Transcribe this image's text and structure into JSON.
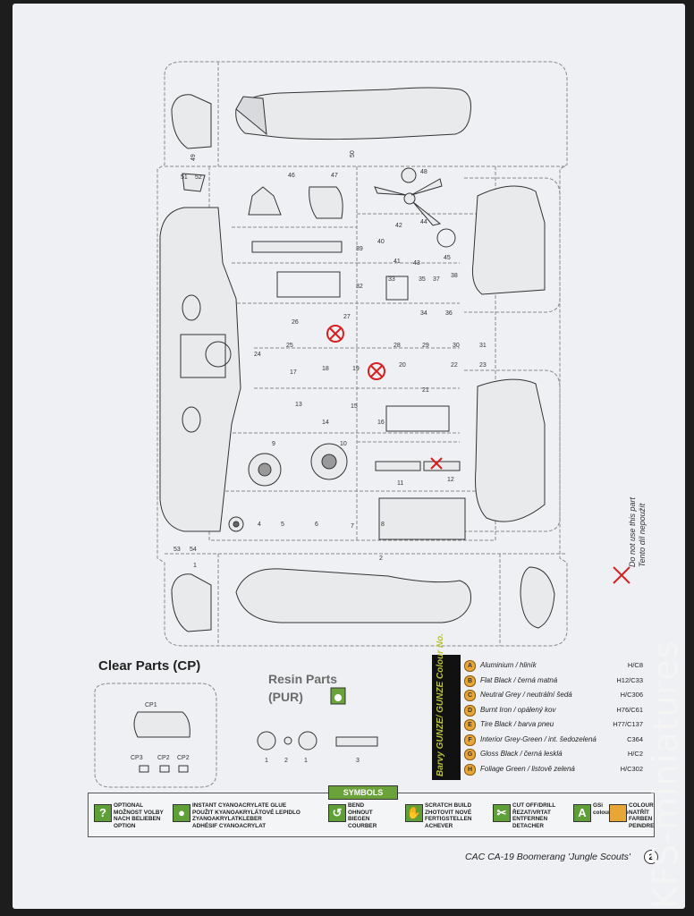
{
  "clear_parts": {
    "title": "Clear Parts (CP)",
    "labels": [
      "CP1",
      "CP3",
      "CP2",
      "CP2"
    ]
  },
  "resin_parts": {
    "title_line1": "Resin Parts",
    "title_line2": "(PUR)",
    "labels": [
      "1",
      "2",
      "1",
      "3"
    ]
  },
  "do_not_use": {
    "line1": "Do not use this part",
    "line2": "Tento díl nepoužít",
    "color": "#d62020"
  },
  "colour_table": {
    "side_label": "Barvy GUNZE/ GUNZE Colour No.",
    "rows": [
      {
        "badge": "A",
        "name": "Aluminium / hliník",
        "code": "H/C8"
      },
      {
        "badge": "B",
        "name": "Flat Black / černá matná",
        "code": "H12/C33"
      },
      {
        "badge": "C",
        "name": "Neutral Grey / neutrální šedá",
        "code": "H/C306"
      },
      {
        "badge": "D",
        "name": "Burnt Iron / opálený kov",
        "code": "H76/C61"
      },
      {
        "badge": "E",
        "name": "Tire Black / barva pneu",
        "code": "H77/C137"
      },
      {
        "badge": "F",
        "name": "Interior Grey-Green / int. šedozelená",
        "code": "C364"
      },
      {
        "badge": "G",
        "name": "Gloss Black / černá lesklá",
        "code": "H/C2"
      },
      {
        "badge": "H",
        "name": "Foliage Green / listově zelená",
        "code": "H/C302"
      }
    ]
  },
  "symbols": {
    "header": "SYMBOLS",
    "items": [
      {
        "icon": "question-icon",
        "glyph": "?",
        "lines": [
          "OPTIONAL",
          "MOŽNOST VOLBY",
          "NACH BELIEBEN",
          "OPTION"
        ]
      },
      {
        "icon": "glue-drop-icon",
        "glyph": "●",
        "lines": [
          "INSTANT CYANOACRYLATE GLUE",
          "POUŽIT KYANOAKRYLÁTOVÉ LEPIDLO",
          "ZYANOAKRYLATKLEBER",
          "ADHÉSIF CYANOACRYLAT"
        ]
      },
      {
        "icon": "bend-icon",
        "glyph": "↺",
        "lines": [
          "BEND",
          "OHNOUT",
          "BIEGEN",
          "COURBER"
        ]
      },
      {
        "icon": "scratch-build-icon",
        "glyph": "✋",
        "lines": [
          "SCRATCH BUILD",
          "ZHOTOVIT NOVÉ",
          "FERTIGSTELLEN",
          "ACHEVER"
        ]
      },
      {
        "icon": "cut-off-icon",
        "glyph": "✂",
        "lines": [
          "CUT OFF/DRILL",
          "ŘEZAT/VRTAT",
          "ENTFERNEN",
          "DETACHER"
        ]
      },
      {
        "icon": "colour-code-icon",
        "glyph": "A",
        "lines": [
          "GSi",
          "colours code"
        ]
      },
      {
        "icon": "colour-paint-icon",
        "glyph": "",
        "lines": [
          "COLOUR",
          "NATŘÍT",
          "FARBEN",
          "PEINDRE"
        ]
      }
    ]
  },
  "footer": {
    "title": "CAC CA-19 Boomerang 'Jungle Scouts'",
    "page": "2"
  },
  "watermark": "KFS-miniatures",
  "sprue_numbers": [
    "50",
    "49",
    "51",
    "52",
    "46",
    "47",
    "48",
    "44",
    "42",
    "40",
    "41",
    "43",
    "45",
    "39",
    "33",
    "35",
    "37",
    "38",
    "32",
    "34",
    "36",
    "26",
    "27",
    "25",
    "28",
    "29",
    "30",
    "31",
    "24",
    "17",
    "18",
    "19",
    "20",
    "22",
    "21",
    "23",
    "13",
    "15",
    "14",
    "16",
    "9",
    "10",
    "11",
    "12",
    "4",
    "5",
    "6",
    "7",
    "8",
    "53",
    "54",
    "1",
    "2",
    "3"
  ]
}
